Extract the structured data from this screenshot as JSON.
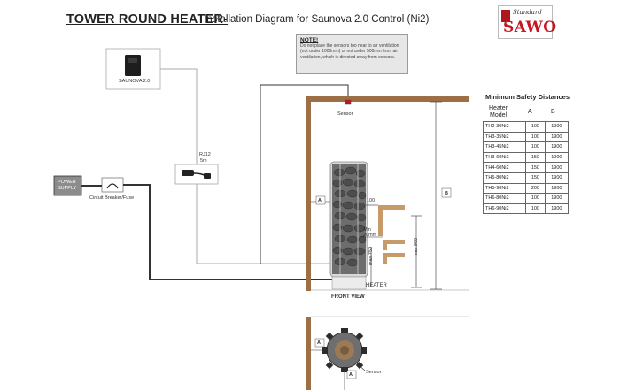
{
  "header": {
    "title": "TOWER ROUND HEATER-",
    "subtitle": "Installation Diagram for Saunova 2.0 Control (Ni2)"
  },
  "logo": {
    "script": "Standard",
    "word": "SAWO"
  },
  "note": {
    "title": "NOTE!",
    "text": "Do not place the sensors too near to air ventilation (not under 1000mm) or not under 500mm from air ventilation, which is directed away from sensors."
  },
  "labels": {
    "saunova": "SAUNOVA 2.0",
    "rj12_line1": "RJ12",
    "rj12_line2": "5m",
    "power_line1": "POWER",
    "power_line2": "SUPPLY",
    "breaker": "Circuit Breaker/Fuse",
    "sensor_top": "Sensor",
    "sensor_bottom": "Sensor",
    "front_view": "FRONT VIEW",
    "heater": "HEATER",
    "dim_a": "A",
    "dim_b": "B",
    "dim_100": "100",
    "dim_min_1": "Min",
    "dim_min_2": "20mm",
    "dim_max750": "max.750",
    "dim_max900": "max.900",
    "dim_a_top": "A",
    "dim_a_bottom": "A"
  },
  "table": {
    "title": "Minimum Safety Distances",
    "header_model_1": "Heater",
    "header_model_2": "Model",
    "header_a": "A",
    "header_b": "B",
    "rows": [
      [
        "TH2-30Ni2",
        "100",
        "1900"
      ],
      [
        "TH3-35Ni2",
        "100",
        "1900"
      ],
      [
        "TH3-45Ni2",
        "100",
        "1900"
      ],
      [
        "TH3-60Ni2",
        "150",
        "1900"
      ],
      [
        "TH4-60Ni2",
        "150",
        "1900"
      ],
      [
        "TH5-80Ni2",
        "150",
        "1900"
      ],
      [
        "TH5-90Ni2",
        "200",
        "1900"
      ],
      [
        "TH6-80Ni2",
        "100",
        "1900"
      ],
      [
        "TH6-90Ni2",
        "100",
        "1900"
      ]
    ]
  },
  "colors": {
    "wall": "#9c6f45",
    "wall_light": "#c79a6c",
    "brand_red": "#c8151f",
    "note_bg": "#e7e7e7",
    "wire_dark": "#333333",
    "wire_light": "#a8a8a8"
  }
}
